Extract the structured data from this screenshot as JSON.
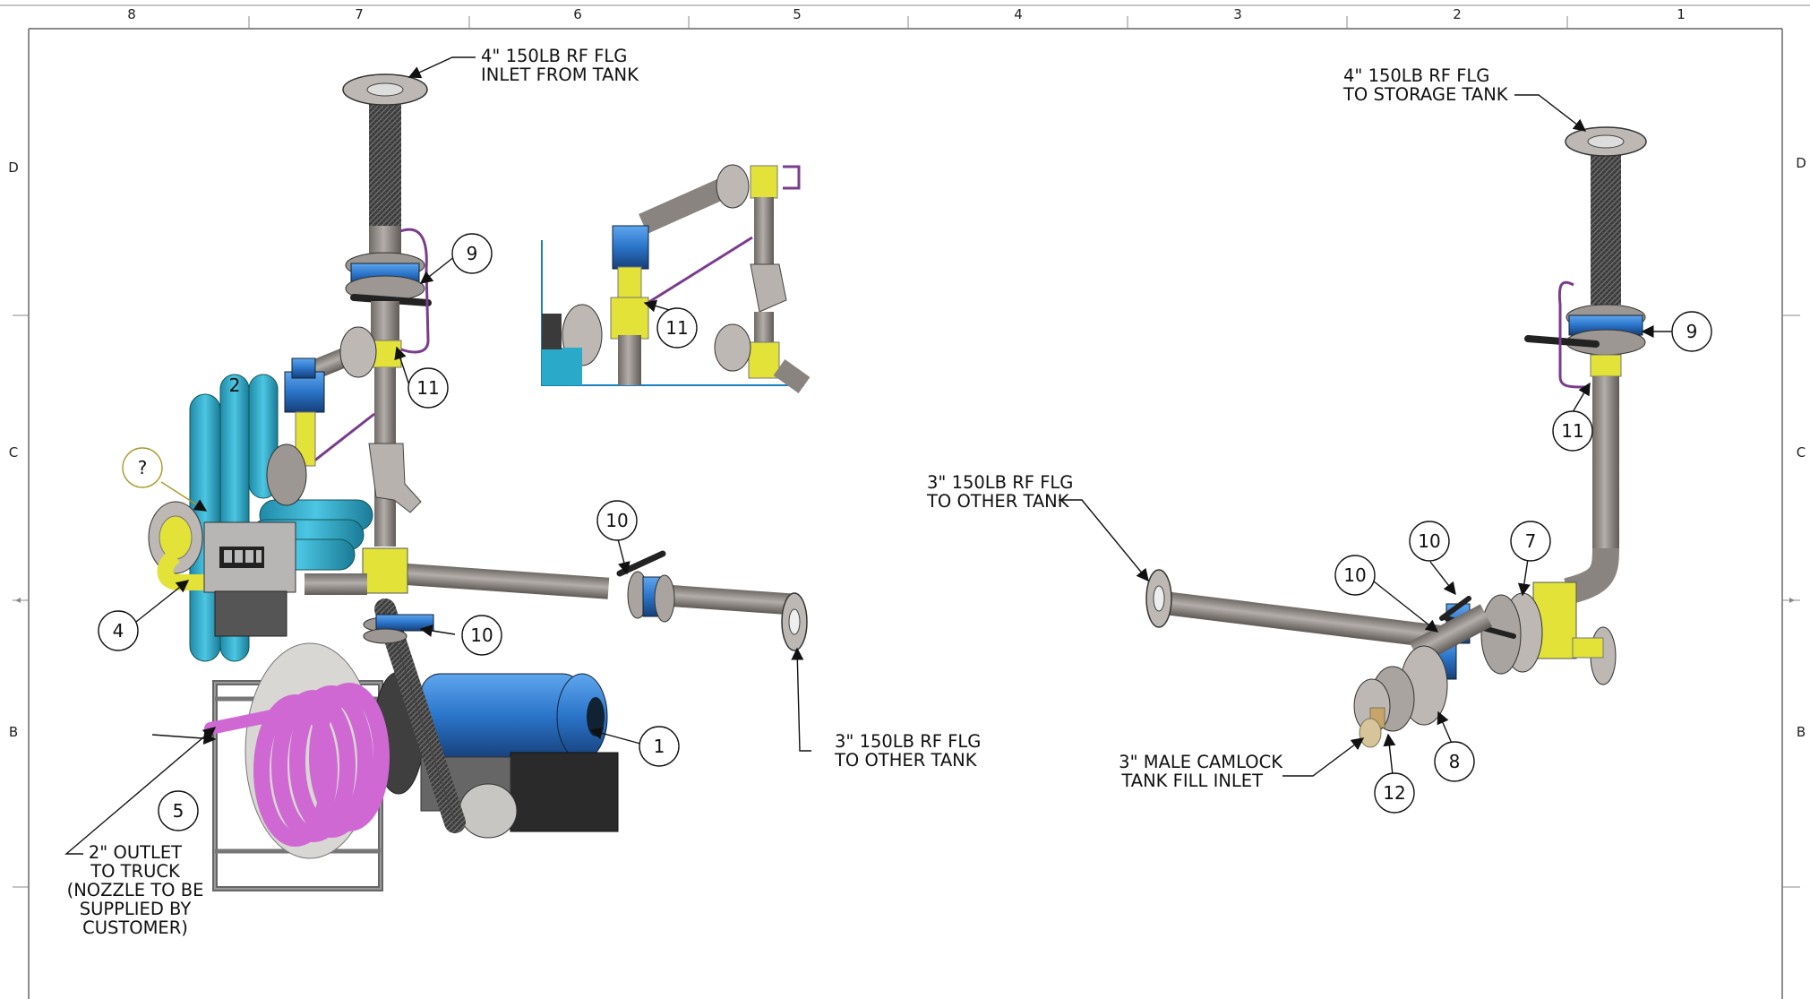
{
  "border": {
    "columns": [
      "8",
      "7",
      "6",
      "5",
      "4",
      "3",
      "2",
      "1"
    ],
    "rows": [
      "D",
      "C",
      "B"
    ]
  },
  "balloons": {
    "b1": "1",
    "b2": "2",
    "b4": "4",
    "b5": "5",
    "b7": "7",
    "b8": "8",
    "b9a": "9",
    "b9b": "9",
    "b10a": "10",
    "b10b": "10",
    "b10c": "10",
    "b10d": "10",
    "b11a": "11",
    "b11b": "11",
    "b11c": "11",
    "b12": "12",
    "bq": "?"
  },
  "labels": {
    "inlet_tank": [
      "4\" 150LB RF FLG",
      "INLET FROM TANK"
    ],
    "storage_tank": [
      "4\" 150LB RF FLG",
      "TO STORAGE TANK"
    ],
    "other_tank_right": [
      "3\" 150LB RF FLG",
      "TO OTHER TANK"
    ],
    "other_tank_left": [
      "3\" 150LB RF FLG",
      "TO OTHER TANK"
    ],
    "camlock": [
      "3\" MALE CAMLOCK",
      "TANK FILL INLET"
    ],
    "outlet": [
      "2\" OUTLET",
      "TO TRUCK",
      "(NOZZLE TO BE",
      "SUPPLIED BY",
      "CUSTOMER)"
    ]
  },
  "colors": {
    "pipe": "#8f8a86",
    "yellow": "#e3e33a",
    "blue": "#2f7fd6",
    "cyan": "#2aa9c9",
    "magenta": "#cf68d3",
    "purple": "#7a3c8c",
    "dark": "#2b2b2b",
    "question": "#a89a2a"
  }
}
